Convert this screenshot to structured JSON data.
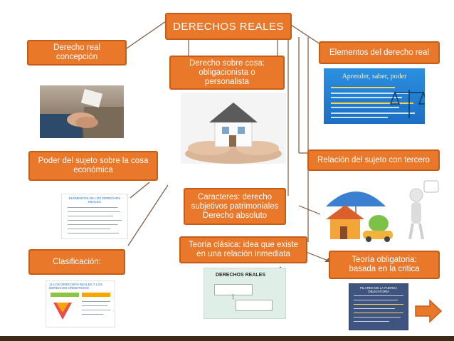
{
  "diagram": {
    "title": "DERECHOS REALES",
    "nodes": {
      "concepcion": "Derecho real\nconcepción",
      "cosa": "Derecho sobre cosa:\nobligacionista o\npersonalista",
      "elementos": "Elementos del  derecho real",
      "poder": "Poder del sujeto sobre la cosa\neconómica",
      "relacion": "Relación del sujeto con tercero",
      "caracteres": "Caracteres: derecho\nsubjetivos patrimoniales\nDerecho absoluto",
      "clasica": "Teoría clásica: idea que existe\nen una relación inmediata",
      "clasificacion": "Clasificación:",
      "obligatoria": "Teoría obligatoria:\nbasada en la critica"
    }
  },
  "images": {
    "elementos_heading": "Aprender, saber, poder",
    "elementos_doc_title": "ELEMENTOS DE LOS DERECHOS\nREALES",
    "clasica_doc_title": "DERECHOS REALES",
    "clasificacion_doc_title": "11 LOS DERECHOS REALES Y LOS\nDERECHOS CREDITICIOS",
    "pilares_title": "PILARES DE LA FUERZA\nOBLIGATORIA"
  },
  "colors": {
    "box_fill": "#e9782a",
    "box_border": "#c55d16",
    "connector": "#7a5840",
    "accent_blue": "#1d6fc2",
    "arrow": "#e9782a"
  },
  "icons": [
    "handshake-image",
    "house-in-hands-image",
    "umbrella-house-image",
    "next-arrow-icon"
  ]
}
